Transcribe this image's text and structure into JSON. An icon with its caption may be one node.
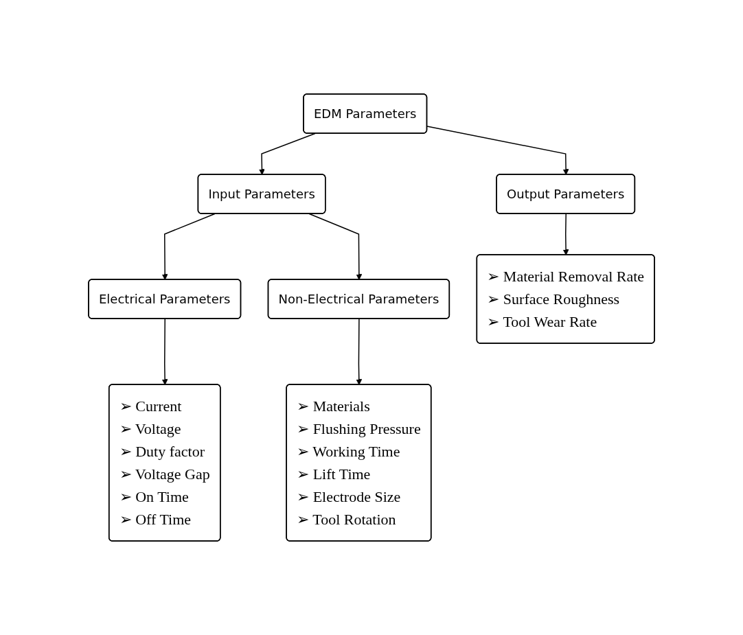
{
  "diagram": {
    "nodes": [
      {
        "text": [
          "EDM Parameters"
        ]
      },
      {
        "text": [
          "Input Parameters"
        ]
      },
      {
        "text": [
          "Output Parameters"
        ]
      },
      {
        "text": [
          "Electrical Parameters"
        ]
      },
      {
        "text": [
          "Non-Electrical Parameters"
        ]
      },
      {
        "text": [
          "➢ Current",
          "➢ Voltage",
          "➢ Duty factor",
          "➢ Voltage Gap",
          "➢ On Time",
          "➢ Off Time"
        ]
      },
      {
        "text": [
          "➢ Materials",
          "➢ Flushing Pressure",
          "➢ Working Time",
          "➢ Lift Time",
          "➢ Electrode Size",
          "➢ Tool Rotation"
        ]
      },
      {
        "text": [
          "➢ Material Removal Rate",
          "➢ Surface Roughness",
          "➢ Tool Wear Rate"
        ]
      }
    ],
    "edges": [
      {
        "from": 0,
        "to": 1,
        "arrow": "to"
      },
      {
        "from": 0,
        "to": 2,
        "arrow": "to"
      },
      {
        "from": 1,
        "to": 3,
        "arrow": "to"
      },
      {
        "from": 1,
        "to": 4,
        "arrow": "to"
      },
      {
        "from": 3,
        "to": 5,
        "arrow": "to"
      },
      {
        "from": 4,
        "to": 6,
        "arrow": "to"
      },
      {
        "from": 2,
        "to": 7,
        "arrow": "to"
      }
    ]
  }
}
